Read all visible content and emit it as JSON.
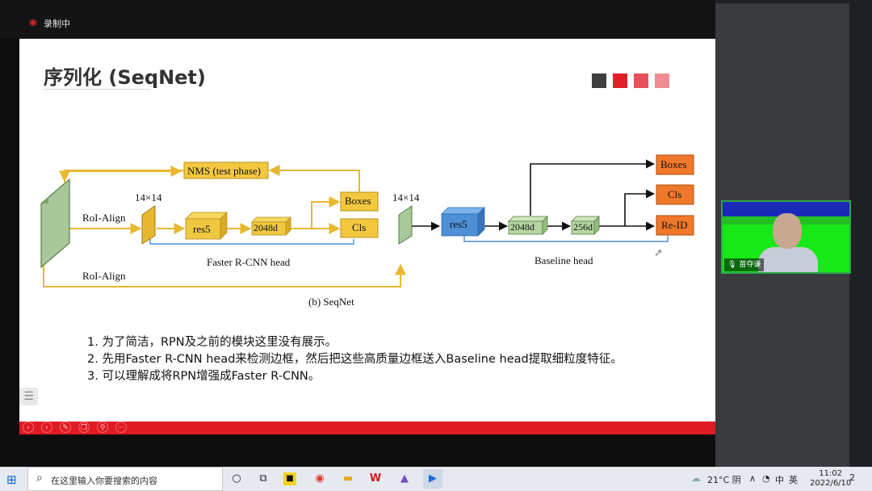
{
  "recording": {
    "label": "录制中"
  },
  "window_controls": {
    "minimize": "—",
    "restore": "❐",
    "close": "✕"
  },
  "slide": {
    "title": "序列化 (SeqNet)",
    "swatches": [
      "#3f3f3f",
      "#e21f26",
      "#e8505c",
      "#ef8c93"
    ],
    "diagram": {
      "nms": "NMS (test phase)",
      "size_left": "14×14",
      "size_right": "14×14",
      "roi_top": "RoI-Align",
      "roi_bottom": "RoI-Align",
      "res5_left": "res5",
      "f2048_left": "2048d",
      "boxes_mid": "Boxes",
      "cls_mid": "Cls",
      "frcnn_label": "Faster R-CNN head",
      "res5_right": "res5",
      "f2048_right": "2048d",
      "f256": "256d",
      "boxes_right": "Boxes",
      "cls_right": "Cls",
      "reid": "Re-ID",
      "baseline_label": "Baseline head",
      "caption": "(b) SeqNet"
    },
    "points": [
      "1. 为了简洁，RPN及之前的模块这里没有展示。",
      "2. 先用Faster R-CNN head来检测边框，然后把这些高质量边框送入Baseline head提取细粒度特征。",
      "3. 可以理解成将RPN增强成Faster R-CNN。"
    ],
    "side_button_icon": "list-icon",
    "toolbar_icons": [
      "prev-icon",
      "next-icon",
      "pen-icon",
      "copy-icon",
      "zoom-icon",
      "more-icon"
    ]
  },
  "video_tile": {
    "name": "苗夺谦",
    "icon": "microphone-icon"
  },
  "taskbar": {
    "search_placeholder": "在这里输入你要搜索的内容",
    "weather": "21°C 阴",
    "ime_1": "中",
    "ime_2": "英",
    "time": "11:02",
    "date": "2022/6/10",
    "notifications": "2"
  }
}
